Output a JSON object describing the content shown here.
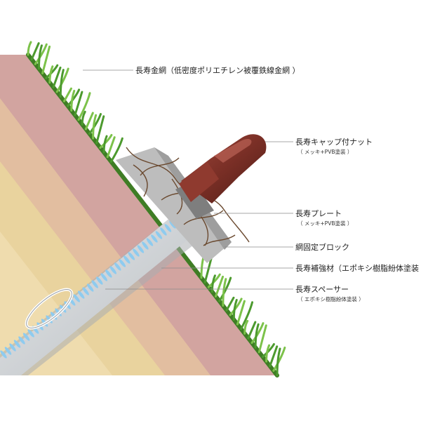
{
  "colors": {
    "soil_outer": "#d2a4a0",
    "soil_middle": "#e2bea0",
    "soil_inner": "#e9d39e",
    "grass": "#4c9a2e",
    "grass_light": "#7cc24a",
    "anchor_rod": "#cfd3d6",
    "reinforcement": "#8ecbef",
    "block": "#bdbdbd",
    "cap_nut": "#7a2f26",
    "wire_mesh": "#6b4a30"
  },
  "labels": {
    "wire_mesh": {
      "main": "長寿金網（低密度ポリエチレン被覆鉄線金網 ）"
    },
    "cap_nut": {
      "main": "長寿キャップ付ナット",
      "sub": "（ メッキ+PVB塗装 ）"
    },
    "plate": {
      "main": "長寿プレート",
      "sub": "（ メッキ+PVB塗装 ）"
    },
    "fixing_block": {
      "main": "網固定ブロック"
    },
    "reinforcing_material": {
      "main": "長寿補強材（エポキシ樹脂紛体塗装 ）"
    },
    "spacer": {
      "main": "長寿スペーサー",
      "sub": "（ エポキシ樹脂紛体塗装 ）"
    }
  }
}
